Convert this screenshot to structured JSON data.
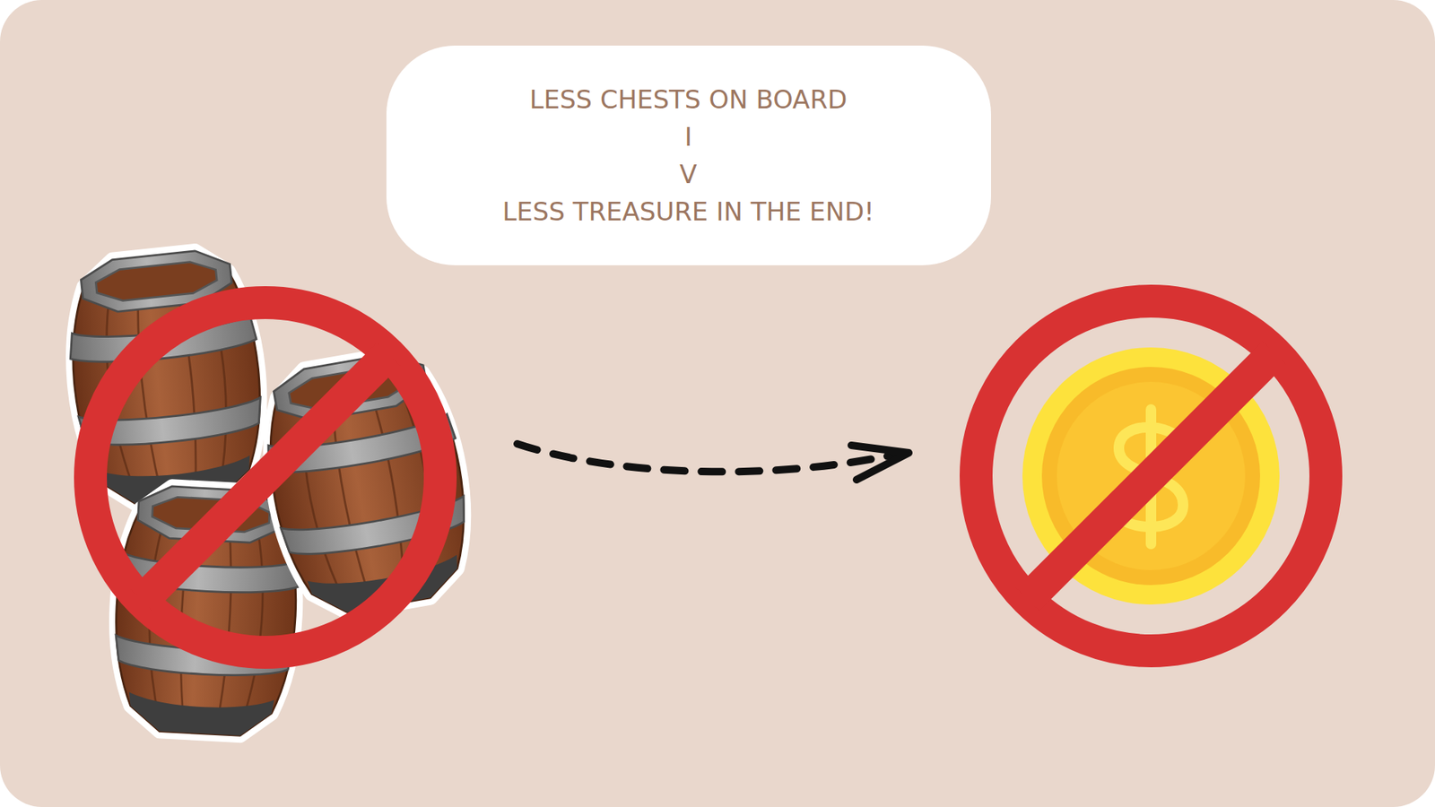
{
  "diagram": {
    "nodes": [
      {
        "text": [
          "LESS CHESTS ON BOARD",
          "I",
          "V",
          "LESS TREASURE IN THE END!"
        ]
      }
    ]
  }
}
